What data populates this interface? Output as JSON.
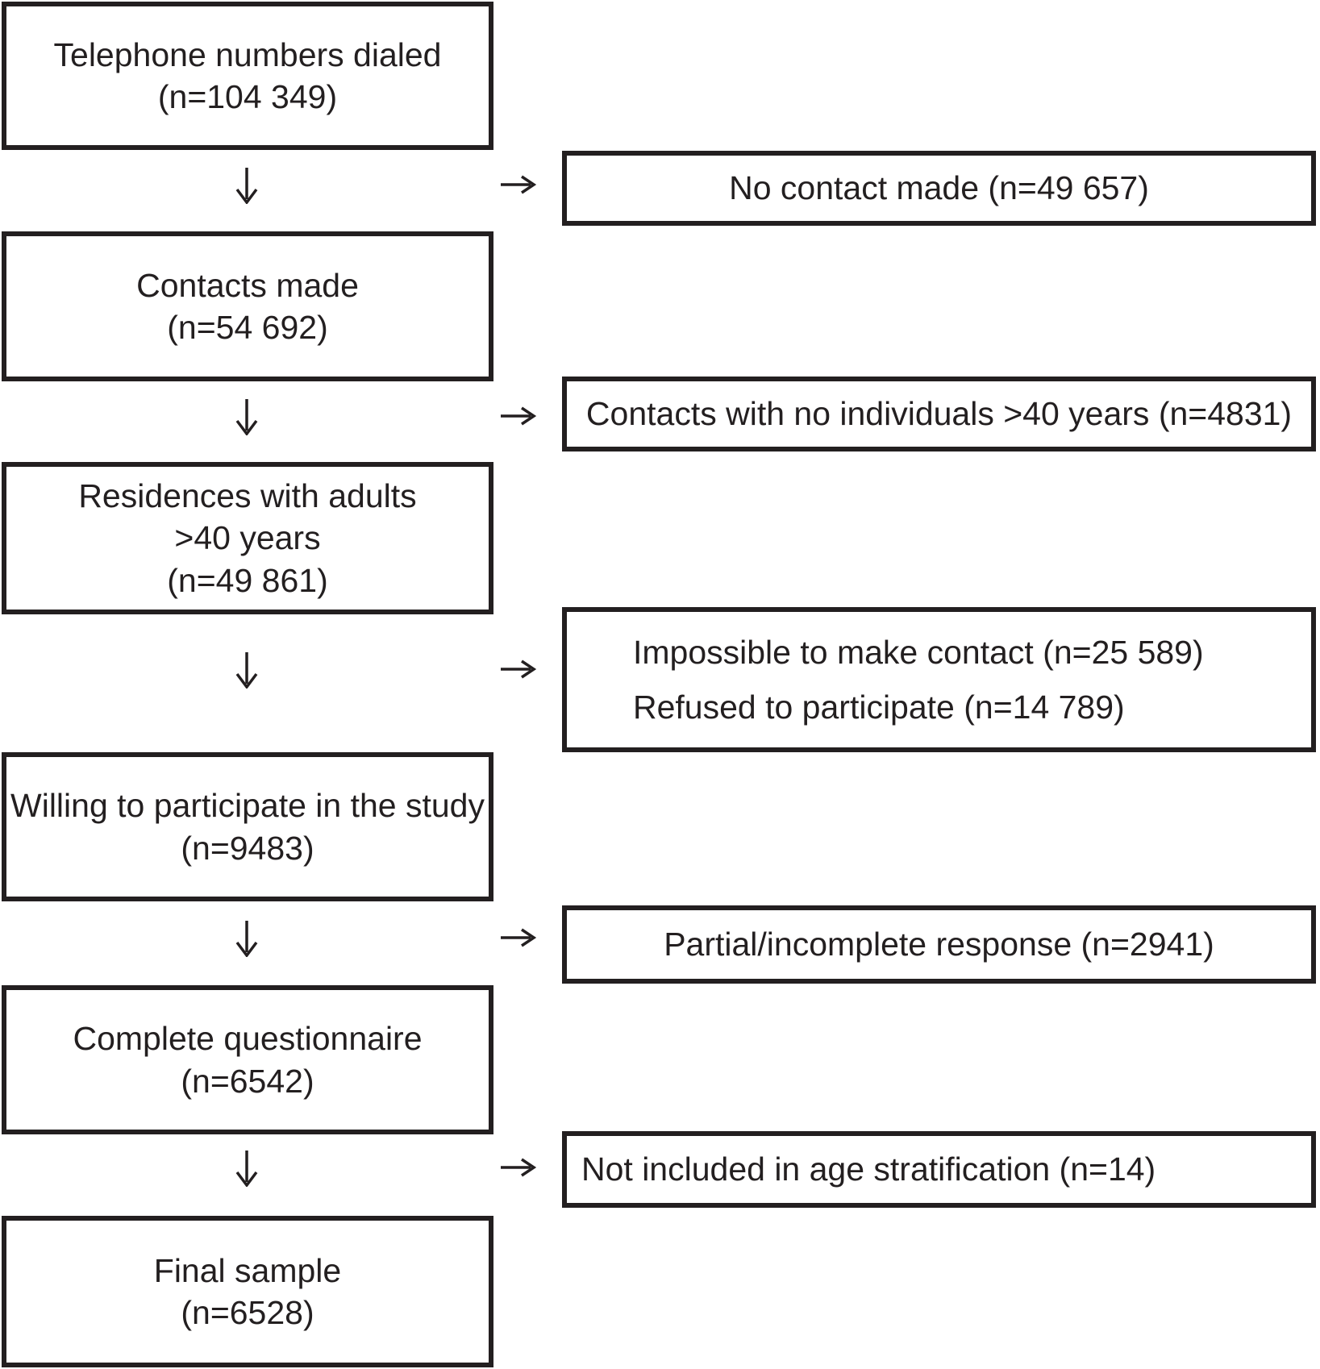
{
  "colors": {
    "ink": "#231f20",
    "background": "#ffffff"
  },
  "flow": {
    "main_boxes": [
      {
        "id": "telephone-numbers-dialed",
        "lines": [
          "Telephone numbers dialed",
          "(n=104 349)"
        ]
      },
      {
        "id": "contacts-made",
        "lines": [
          "Contacts made",
          "(n=54 692)"
        ]
      },
      {
        "id": "residences-with-adults",
        "lines": [
          "Residences with adults",
          ">40 years",
          "(n=49 861)"
        ]
      },
      {
        "id": "willing-to-participate",
        "lines": [
          "Willing to participate in the study",
          "(n=9483)"
        ]
      },
      {
        "id": "complete-questionnaire",
        "lines": [
          "Complete questionnaire",
          "(n=6542)"
        ]
      },
      {
        "id": "final-sample",
        "lines": [
          "Final sample",
          "(n=6528)"
        ]
      }
    ],
    "exclusion_boxes": [
      {
        "id": "no-contact-made",
        "lines": [
          "No contact made (n=49 657)"
        ]
      },
      {
        "id": "no-individuals-over-40",
        "lines": [
          "Contacts with no individuals >40 years (n=4831)"
        ]
      },
      {
        "id": "impossible-or-refused",
        "lines": [
          "Impossible to make contact (n=25 589)",
          "Refused to participate (n=14 789)"
        ]
      },
      {
        "id": "partial-incomplete-response",
        "lines": [
          "Partial/incomplete response (n=2941)"
        ]
      },
      {
        "id": "not-in-age-stratification",
        "lines": [
          "Not included in age stratification (n=14)"
        ]
      }
    ]
  }
}
